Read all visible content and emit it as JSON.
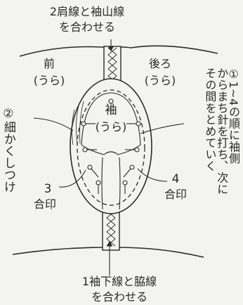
{
  "labels": {
    "top_step_line1": "2肩線と袖山線",
    "top_step_line2": "を合わせる",
    "front_line1": "前",
    "front_line2": "(うら)",
    "back_line1": "後ろ",
    "back_line2": "(うら)",
    "sleeve_line1": "袖",
    "sleeve_line2": "(うら)",
    "mark3_line1": "3",
    "mark3_line2": "合印",
    "mark4_line1": "4",
    "mark4_line2": "合印",
    "bottom_step_line1": "1袖下線と脇線",
    "bottom_step_line2": "を合わせる"
  },
  "vertical_notes": {
    "note1": "①1~4の順に袖側からまち針を打ち、次にその間をとめていく",
    "note2": "②細かくしつけ"
  },
  "colors": {
    "ink": "#2a2a2a",
    "background": "#f3f3f1"
  }
}
